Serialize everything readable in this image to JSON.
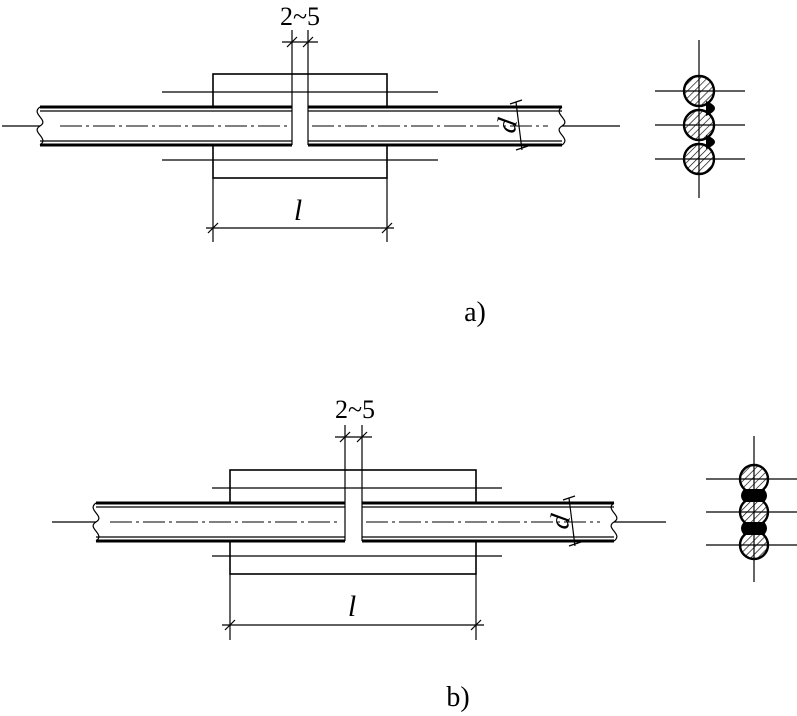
{
  "figure_a": {
    "gap_label": "2~5",
    "length_label": "l",
    "diameter_label": "d",
    "caption": "a)"
  },
  "figure_b": {
    "gap_label": "2~5",
    "length_label": "l",
    "diameter_label": "d",
    "caption": "b)"
  }
}
